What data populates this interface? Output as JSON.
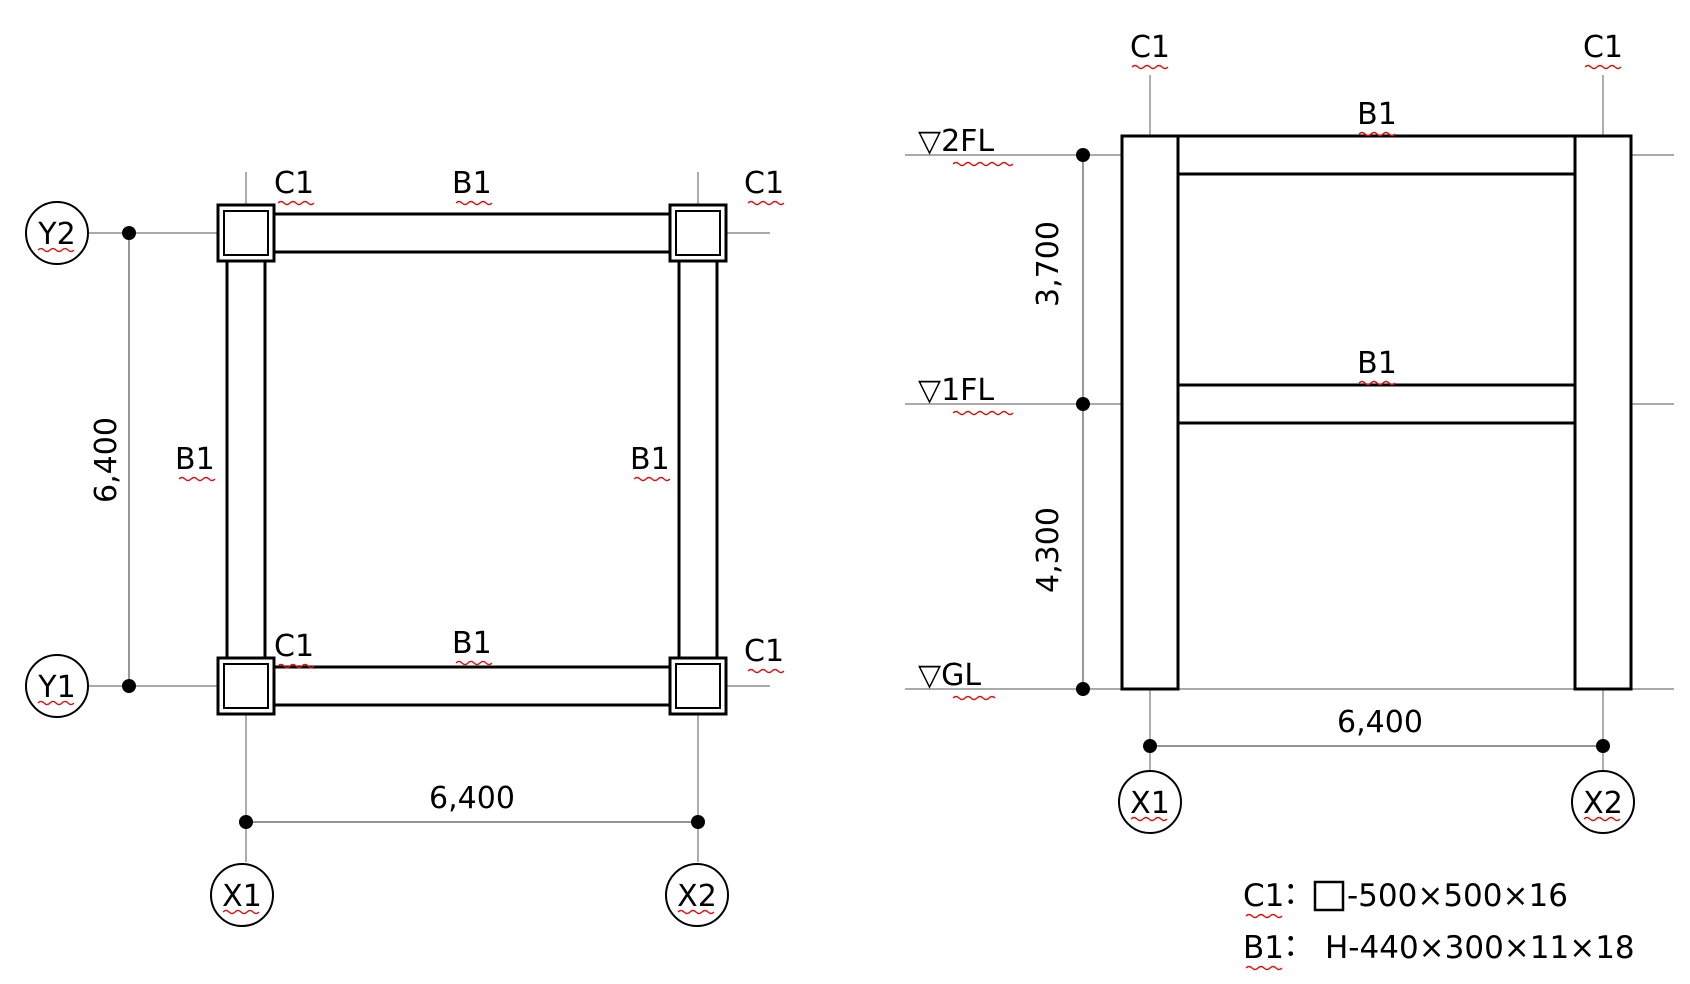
{
  "plan_view": {
    "column_labels": [
      "C1",
      "C1",
      "C1",
      "C1"
    ],
    "beam_labels": [
      "B1",
      "B1",
      "B1",
      "B1"
    ],
    "grid_x": [
      "X1",
      "X2"
    ],
    "grid_y": [
      "Y2",
      "Y1"
    ],
    "dim_x": "6,400",
    "dim_y": "6,400"
  },
  "elevation_view": {
    "column_labels": [
      "C1",
      "C1"
    ],
    "beam_labels": [
      "B1",
      "B1"
    ],
    "levels": [
      "▽2FL",
      "▽1FL",
      "▽GL"
    ],
    "dim_upper": "3,700",
    "dim_lower": "4,300",
    "dim_span": "6,400",
    "grid_x": [
      "X1",
      "X2"
    ]
  },
  "legend": {
    "c1_key": "C1",
    "c1_sep": "：",
    "c1_spec": "-500×500×16",
    "b1_key": "B1",
    "b1_sep": "：",
    "b1_spec": "H-440×300×11×18"
  },
  "colors": {
    "line": "#000000",
    "grid": "#777777",
    "squiggle": "#d11111"
  }
}
